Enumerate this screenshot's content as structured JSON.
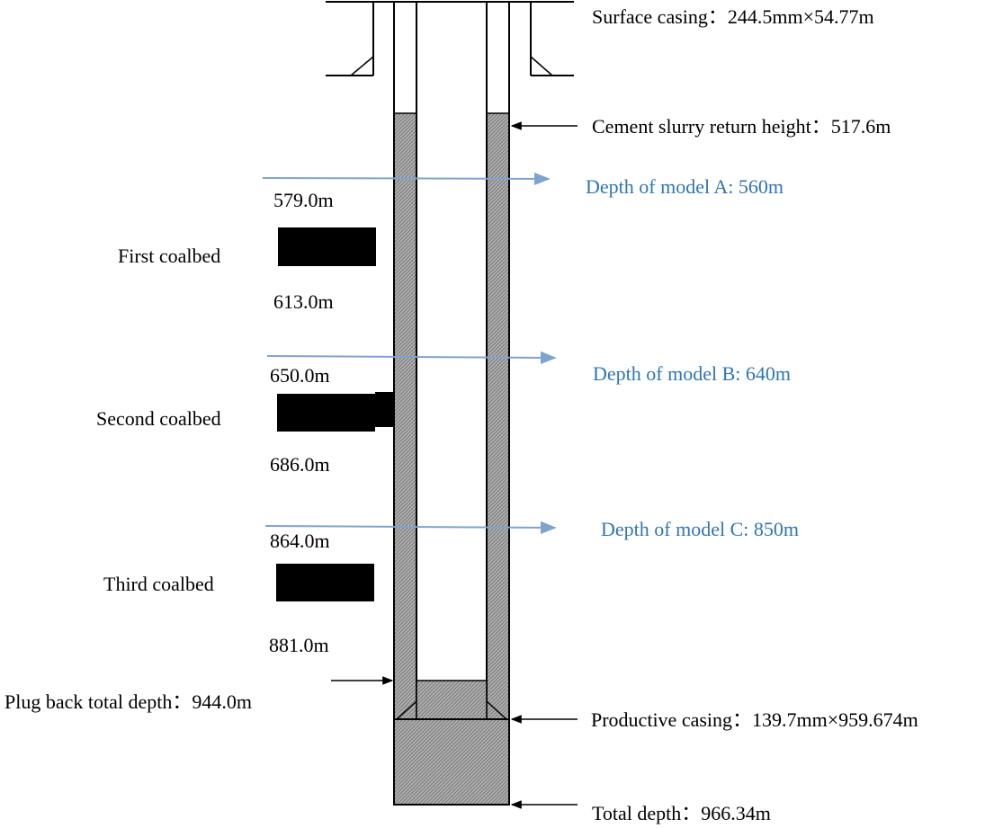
{
  "labels": {
    "surface_casing": "Surface casing：244.5mm×54.77m",
    "cement_return": "Cement slurry return height：517.6m",
    "productive_casing": "Productive casing：139.7mm×959.674m",
    "total_depth": "Total depth：966.34m",
    "plug_back": "Plug back total depth：944.0m"
  },
  "models": [
    {
      "label": "Depth of model A: 560m"
    },
    {
      "label": "Depth of model B: 640m"
    },
    {
      "label": "Depth of model C: 850m"
    }
  ],
  "coalbeds": [
    {
      "name": "First coalbed",
      "top": "579.0m",
      "bottom": "613.0m"
    },
    {
      "name": "Second coalbed",
      "top": "650.0m",
      "bottom": "686.0m"
    },
    {
      "name": "Third coalbed",
      "top": "864.0m",
      "bottom": "881.0m"
    }
  ],
  "colors": {
    "model_arrow": "#7FA3CF",
    "model_text": "#2E75B6",
    "cement": "#A6A6A6",
    "coal": "#000000"
  }
}
